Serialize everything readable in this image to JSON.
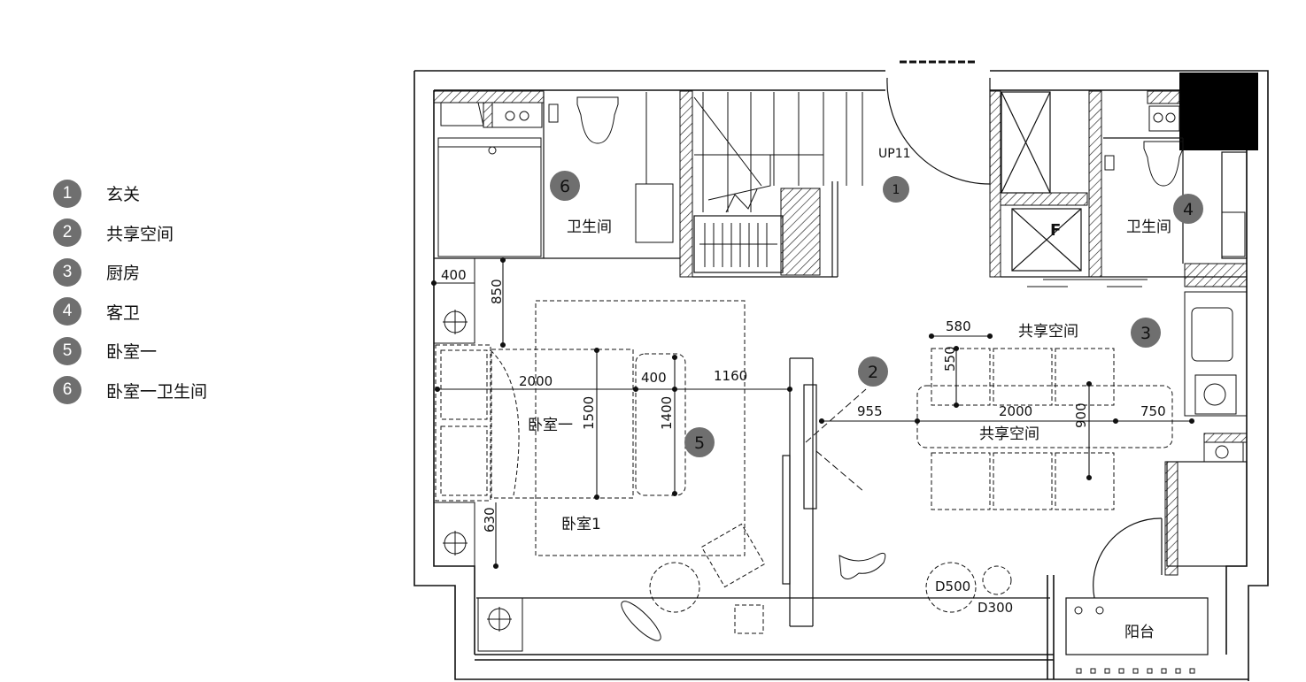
{
  "legend": {
    "items": [
      {
        "num": "1",
        "label": "玄关"
      },
      {
        "num": "2",
        "label": "共享空间"
      },
      {
        "num": "3",
        "label": "厨房"
      },
      {
        "num": "4",
        "label": "客卫"
      },
      {
        "num": "5",
        "label": "卧室一"
      },
      {
        "num": "6",
        "label": "卧室一卫生间"
      }
    ]
  },
  "plan": {
    "markers": {
      "m1": "1",
      "m2": "2",
      "m3": "3",
      "m4": "4",
      "m5": "5",
      "m6": "6"
    },
    "rooms": {
      "bath_left": "卫生间",
      "bath_right": "卫生间",
      "bedroom_label": "卧室一",
      "bedroom_label2": "卧室1",
      "shared_label": "共享空间",
      "shared_label2": "共享空间",
      "balcony": "阳台"
    },
    "stair_label": "UP11",
    "fridge_label": "F",
    "dimensions": {
      "d400a": "400",
      "d850": "850",
      "d2000a": "2000",
      "d400b": "400",
      "d1160": "1160",
      "d1500": "1500",
      "d1400": "1400",
      "d630": "630",
      "d580": "580",
      "d550": "550",
      "d955": "955",
      "d2000b": "2000",
      "d900": "900",
      "d750": "750",
      "dD500": "D500",
      "dD300": "D300"
    },
    "colors": {
      "marker": "#6f6f6f",
      "line": "#111111",
      "fill_black": "#000000"
    }
  }
}
